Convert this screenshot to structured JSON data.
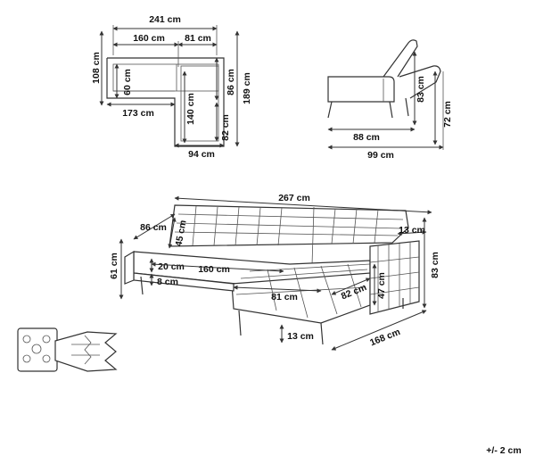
{
  "top_view": {
    "width_total": "241 cm",
    "seat_160": "160 cm",
    "seat_81": "81 cm",
    "depth_108": "108 cm",
    "depth_60": "60 cm",
    "depth_173": "173 cm",
    "len_140": "140 cm",
    "len_86": "86 cm",
    "len_189": "189 cm",
    "len_82": "82 cm",
    "width_94": "94 cm"
  },
  "side_view": {
    "width_88": "88 cm",
    "width_99": "99 cm",
    "height_83": "83 cm",
    "height_72": "72 cm"
  },
  "perspective_view": {
    "length_267": "267 cm",
    "back_86": "86 cm",
    "back_45": "45 cm",
    "arm_13": "13 cm",
    "height_61": "61 cm",
    "seat_20": "20 cm",
    "seat_160": "160 cm",
    "leg_8": "8 cm",
    "chaise_81": "81 cm",
    "chaise_82": "82 cm",
    "arm_47": "47 cm",
    "height_83": "83 cm",
    "leg_13": "13 cm",
    "depth_168": "168 cm"
  },
  "tolerance": "+/- 2 cm"
}
